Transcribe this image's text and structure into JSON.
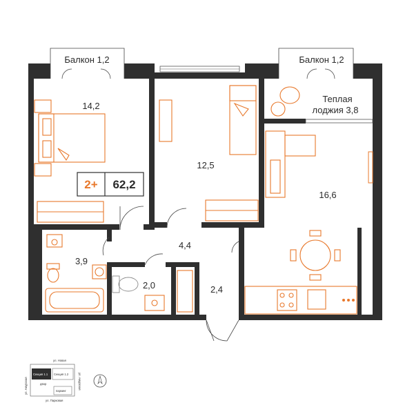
{
  "balconies": [
    {
      "label": "Балкон 1,2"
    },
    {
      "label": "Балкон 1,2"
    }
  ],
  "loggia": {
    "line1": "Теплая",
    "line2": "лоджия 3,8"
  },
  "rooms": {
    "bedroom": "14,2",
    "room2": "12,5",
    "living": "16,6",
    "hall": "4,4",
    "bathroom": "3,9",
    "wc": "2,0",
    "closet": "2,4"
  },
  "badge": {
    "type": "2+",
    "area": "62,2"
  },
  "minimap": {
    "street_top": "ул. Новая",
    "street_bottom": "ул. Парковая",
    "street_left": "ул. Амурская",
    "street_right": "ул. Амурская",
    "section_active": "Секция 1.1",
    "section_other": "Секция 1.2",
    "yard": "двор",
    "parking": "паркинг"
  },
  "colors": {
    "accent": "#e8782b",
    "wall": "#2f2f2f",
    "badge_text": "#e8782b"
  },
  "icons": [
    "compass-icon",
    "toilet-icon",
    "sink-icon",
    "bathtub-icon",
    "washing-machine-icon",
    "bed-icon",
    "sofa-icon",
    "dining-table-icon",
    "stove-icon"
  ]
}
